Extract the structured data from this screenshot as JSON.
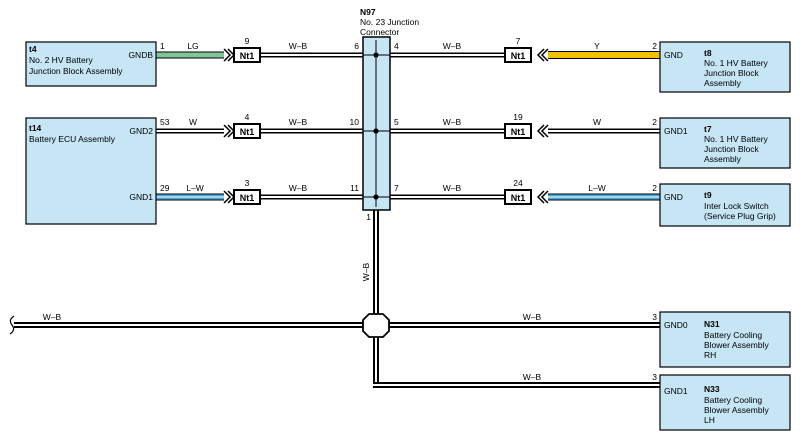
{
  "colors": {
    "component_fill": "#c6e5f5",
    "wire_LG": "#7fc79a",
    "wire_Y": "#f2c200",
    "wire_LW": "#4aa8d8",
    "wire_WB": "#ffffff",
    "wire_W": "#ffffff"
  },
  "junction": {
    "code": "N97",
    "name_line1": "No.  23 Junction",
    "name_line2": "Connector",
    "bottom_pin": "1",
    "pin_in": [
      "6",
      "10",
      "11"
    ],
    "pin_out": [
      "4",
      "5",
      "7"
    ]
  },
  "components": {
    "t4": {
      "code": "t4",
      "line1": "No.  2 HV Battery",
      "line2": "Junction Block Assembly",
      "terminal": "GNDB"
    },
    "t14": {
      "code": "t14",
      "line1": "Battery ECU Assembly",
      "terminal_a": "GND2",
      "terminal_b": "GND1"
    },
    "t8": {
      "code": "t8",
      "line1": "No.  1 HV Battery",
      "line2": "Junction Block",
      "line3": "Assembly",
      "terminal": "GND"
    },
    "t7": {
      "code": "t7",
      "line1": "No.  1 HV Battery",
      "line2": "Junction Block",
      "line3": "Assembly",
      "terminal": "GND1"
    },
    "t9": {
      "code": "t9",
      "line1": "Inter Lock Switch",
      "line2": "(Service Plug Grip)",
      "terminal": "GND"
    },
    "N31": {
      "code": "N31",
      "line1": "Battery Cooling",
      "line2": "Blower Assembly",
      "line3": "RH",
      "terminal": "GND0"
    },
    "N33": {
      "code": "N33",
      "line1": "Battery Cooling",
      "line2": "Blower Assembly",
      "line3": "LH",
      "terminal": "GND1"
    }
  },
  "connectors": {
    "left": [
      {
        "label": "Nt1",
        "pin": "9"
      },
      {
        "label": "Nt1",
        "pin": "4"
      },
      {
        "label": "Nt1",
        "pin": "3"
      }
    ],
    "right": [
      {
        "label": "Nt1",
        "pin": "7"
      },
      {
        "label": "Nt1",
        "pin": "19"
      },
      {
        "label": "Nt1",
        "pin": "24"
      }
    ]
  },
  "wires": {
    "row1_left": {
      "pin": "1",
      "color": "LG",
      "to_junction": "W–B"
    },
    "row2_left": {
      "pin": "53",
      "color": "W",
      "to_junction": "W–B"
    },
    "row3_left": {
      "pin": "29",
      "color": "L–W",
      "to_junction": "W–B"
    },
    "row1_right": {
      "from_junction": "W–B",
      "color": "Y",
      "pin": "2"
    },
    "row2_right": {
      "from_junction": "W–B",
      "color": "W",
      "pin": "2"
    },
    "row3_right": {
      "from_junction": "W–B",
      "color": "L–W",
      "pin": "2"
    },
    "vertical": "W–B",
    "ground_left": "W–B",
    "ground_rh": {
      "color": "W–B",
      "pin": "3"
    },
    "ground_lh": {
      "color": "W–B",
      "pin": "3"
    }
  }
}
